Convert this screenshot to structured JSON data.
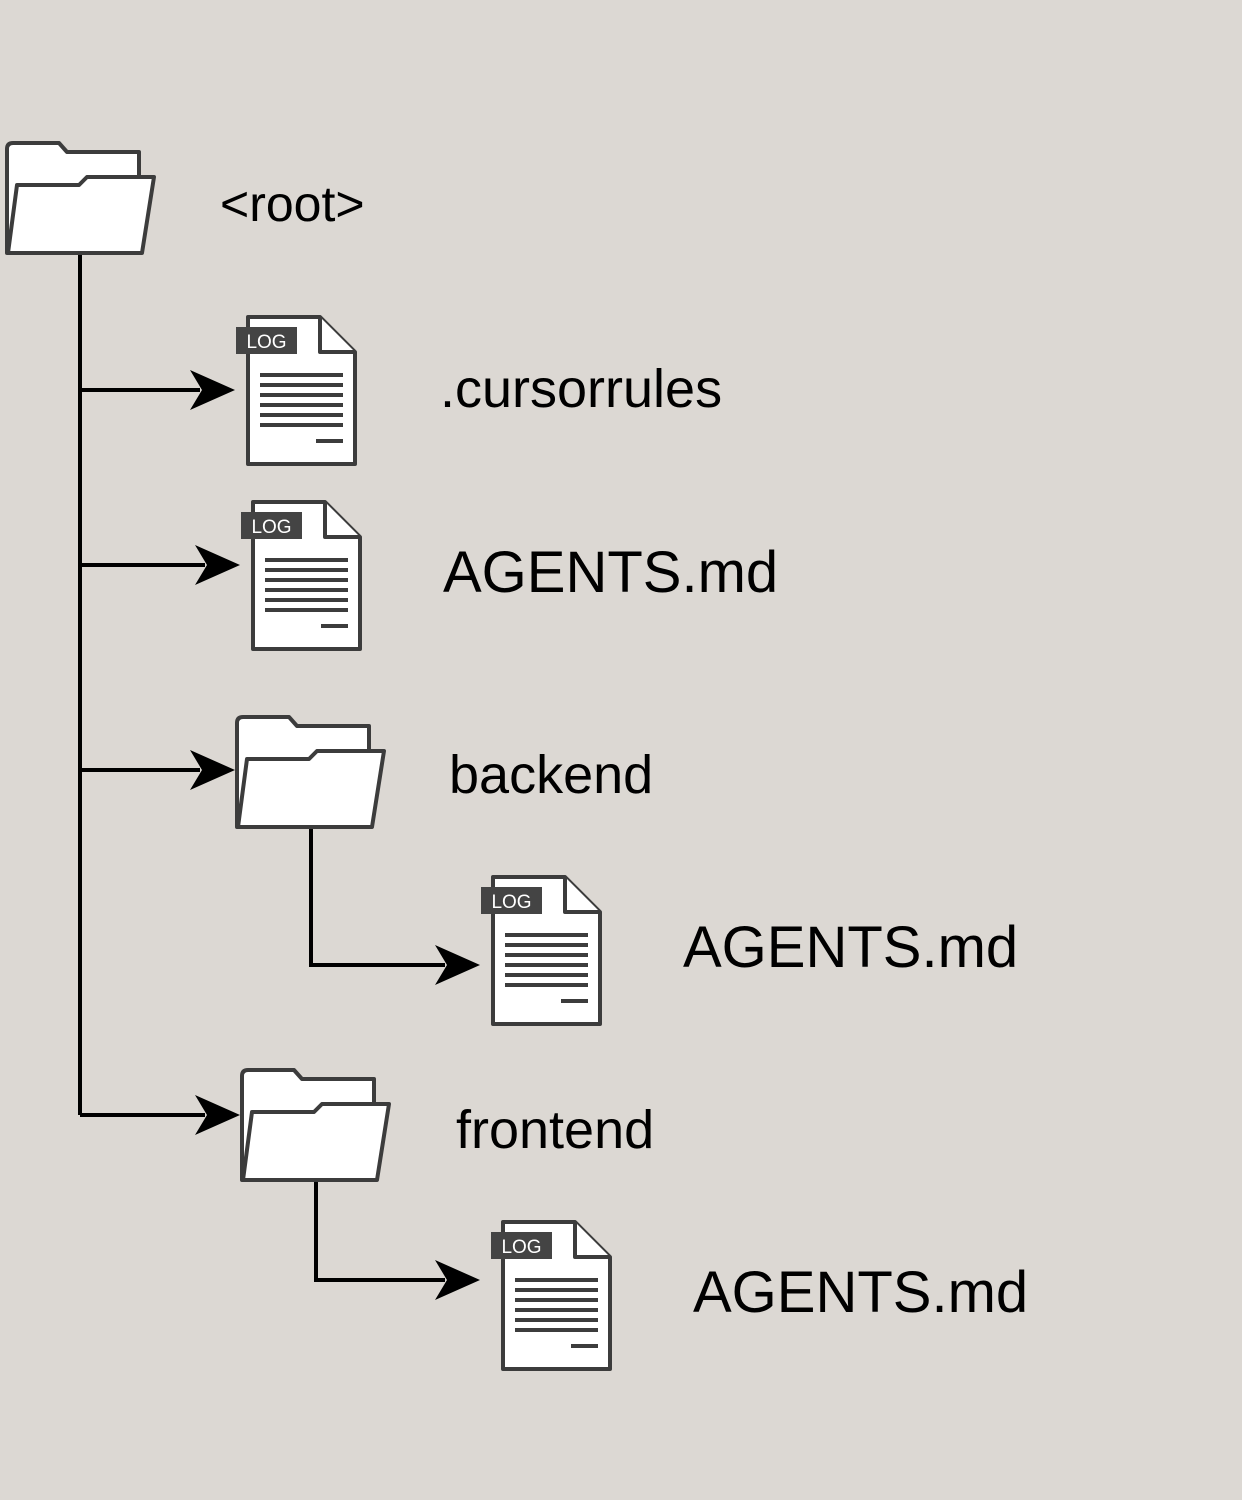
{
  "colors": {
    "background": "#dcd8d3",
    "icon_fill": "#ffffff",
    "icon_stroke": "#3c3c3c",
    "badge": "#444444"
  },
  "tree": {
    "root": {
      "label": "<root>",
      "icon": "folder-icon"
    },
    "items": [
      {
        "label": ".cursorrules",
        "icon": "log-file-icon",
        "badge": "LOG"
      },
      {
        "label": "AGENTS.md",
        "icon": "log-file-icon",
        "badge": "LOG"
      },
      {
        "label": "backend",
        "icon": "folder-icon"
      },
      {
        "label": "AGENTS.md",
        "icon": "log-file-icon",
        "badge": "LOG"
      },
      {
        "label": "frontend",
        "icon": "folder-icon"
      },
      {
        "label": "AGENTS.md",
        "icon": "log-file-icon",
        "badge": "LOG"
      }
    ]
  }
}
